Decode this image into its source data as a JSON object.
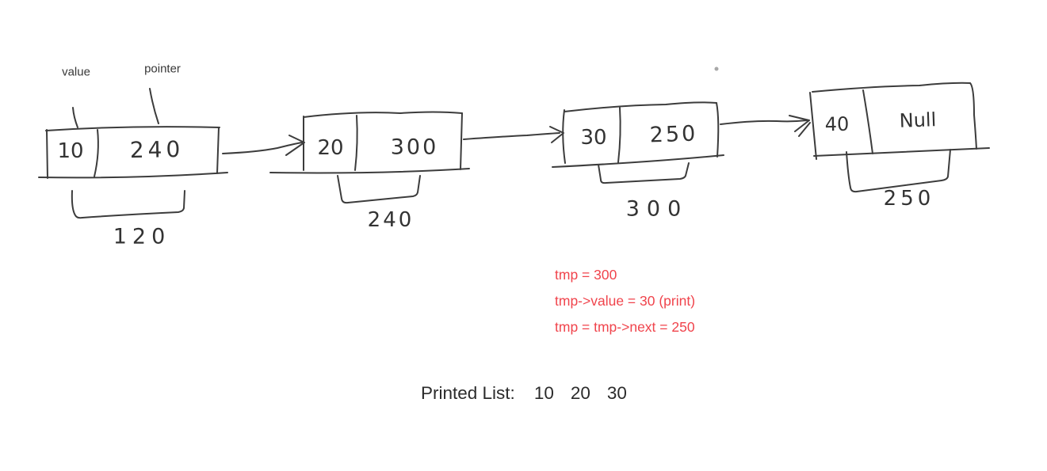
{
  "diagram": {
    "type": "singly-linked-list-trace",
    "field_labels": {
      "value": "value",
      "pointer": "pointer"
    },
    "sketch_color": "#3c3c3c",
    "nodes": [
      {
        "value": "10",
        "pointer": "240",
        "address": "120"
      },
      {
        "value": "20",
        "pointer": "300",
        "address": "240"
      },
      {
        "value": "30",
        "pointer": "250",
        "address": "300"
      },
      {
        "value": "40",
        "pointer": "Null",
        "address": "250"
      }
    ]
  },
  "annotation": {
    "color": "#f0444c",
    "lines": [
      "tmp = 300",
      "tmp->value = 30 (print)",
      "tmp = tmp->next = 250"
    ]
  },
  "printed_list": {
    "label": "Printed List:",
    "values": [
      "10",
      "20",
      "30"
    ]
  }
}
